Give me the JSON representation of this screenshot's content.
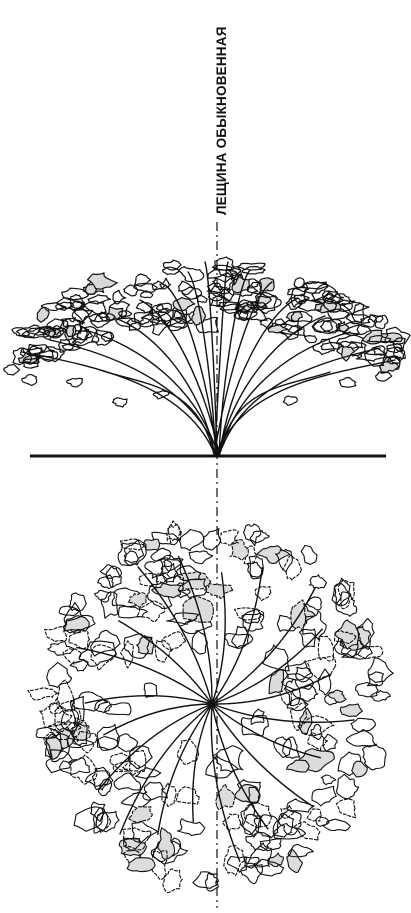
{
  "figure": {
    "title": "ЛЕЩИНА ОБЫКНОВЕННАЯ",
    "ink_color": "#111111",
    "background": "#ffffff",
    "views": [
      {
        "name": "elevation",
        "icon": "shrub-side-view-icon"
      },
      {
        "name": "plan",
        "icon": "shrub-top-view-icon"
      }
    ]
  }
}
